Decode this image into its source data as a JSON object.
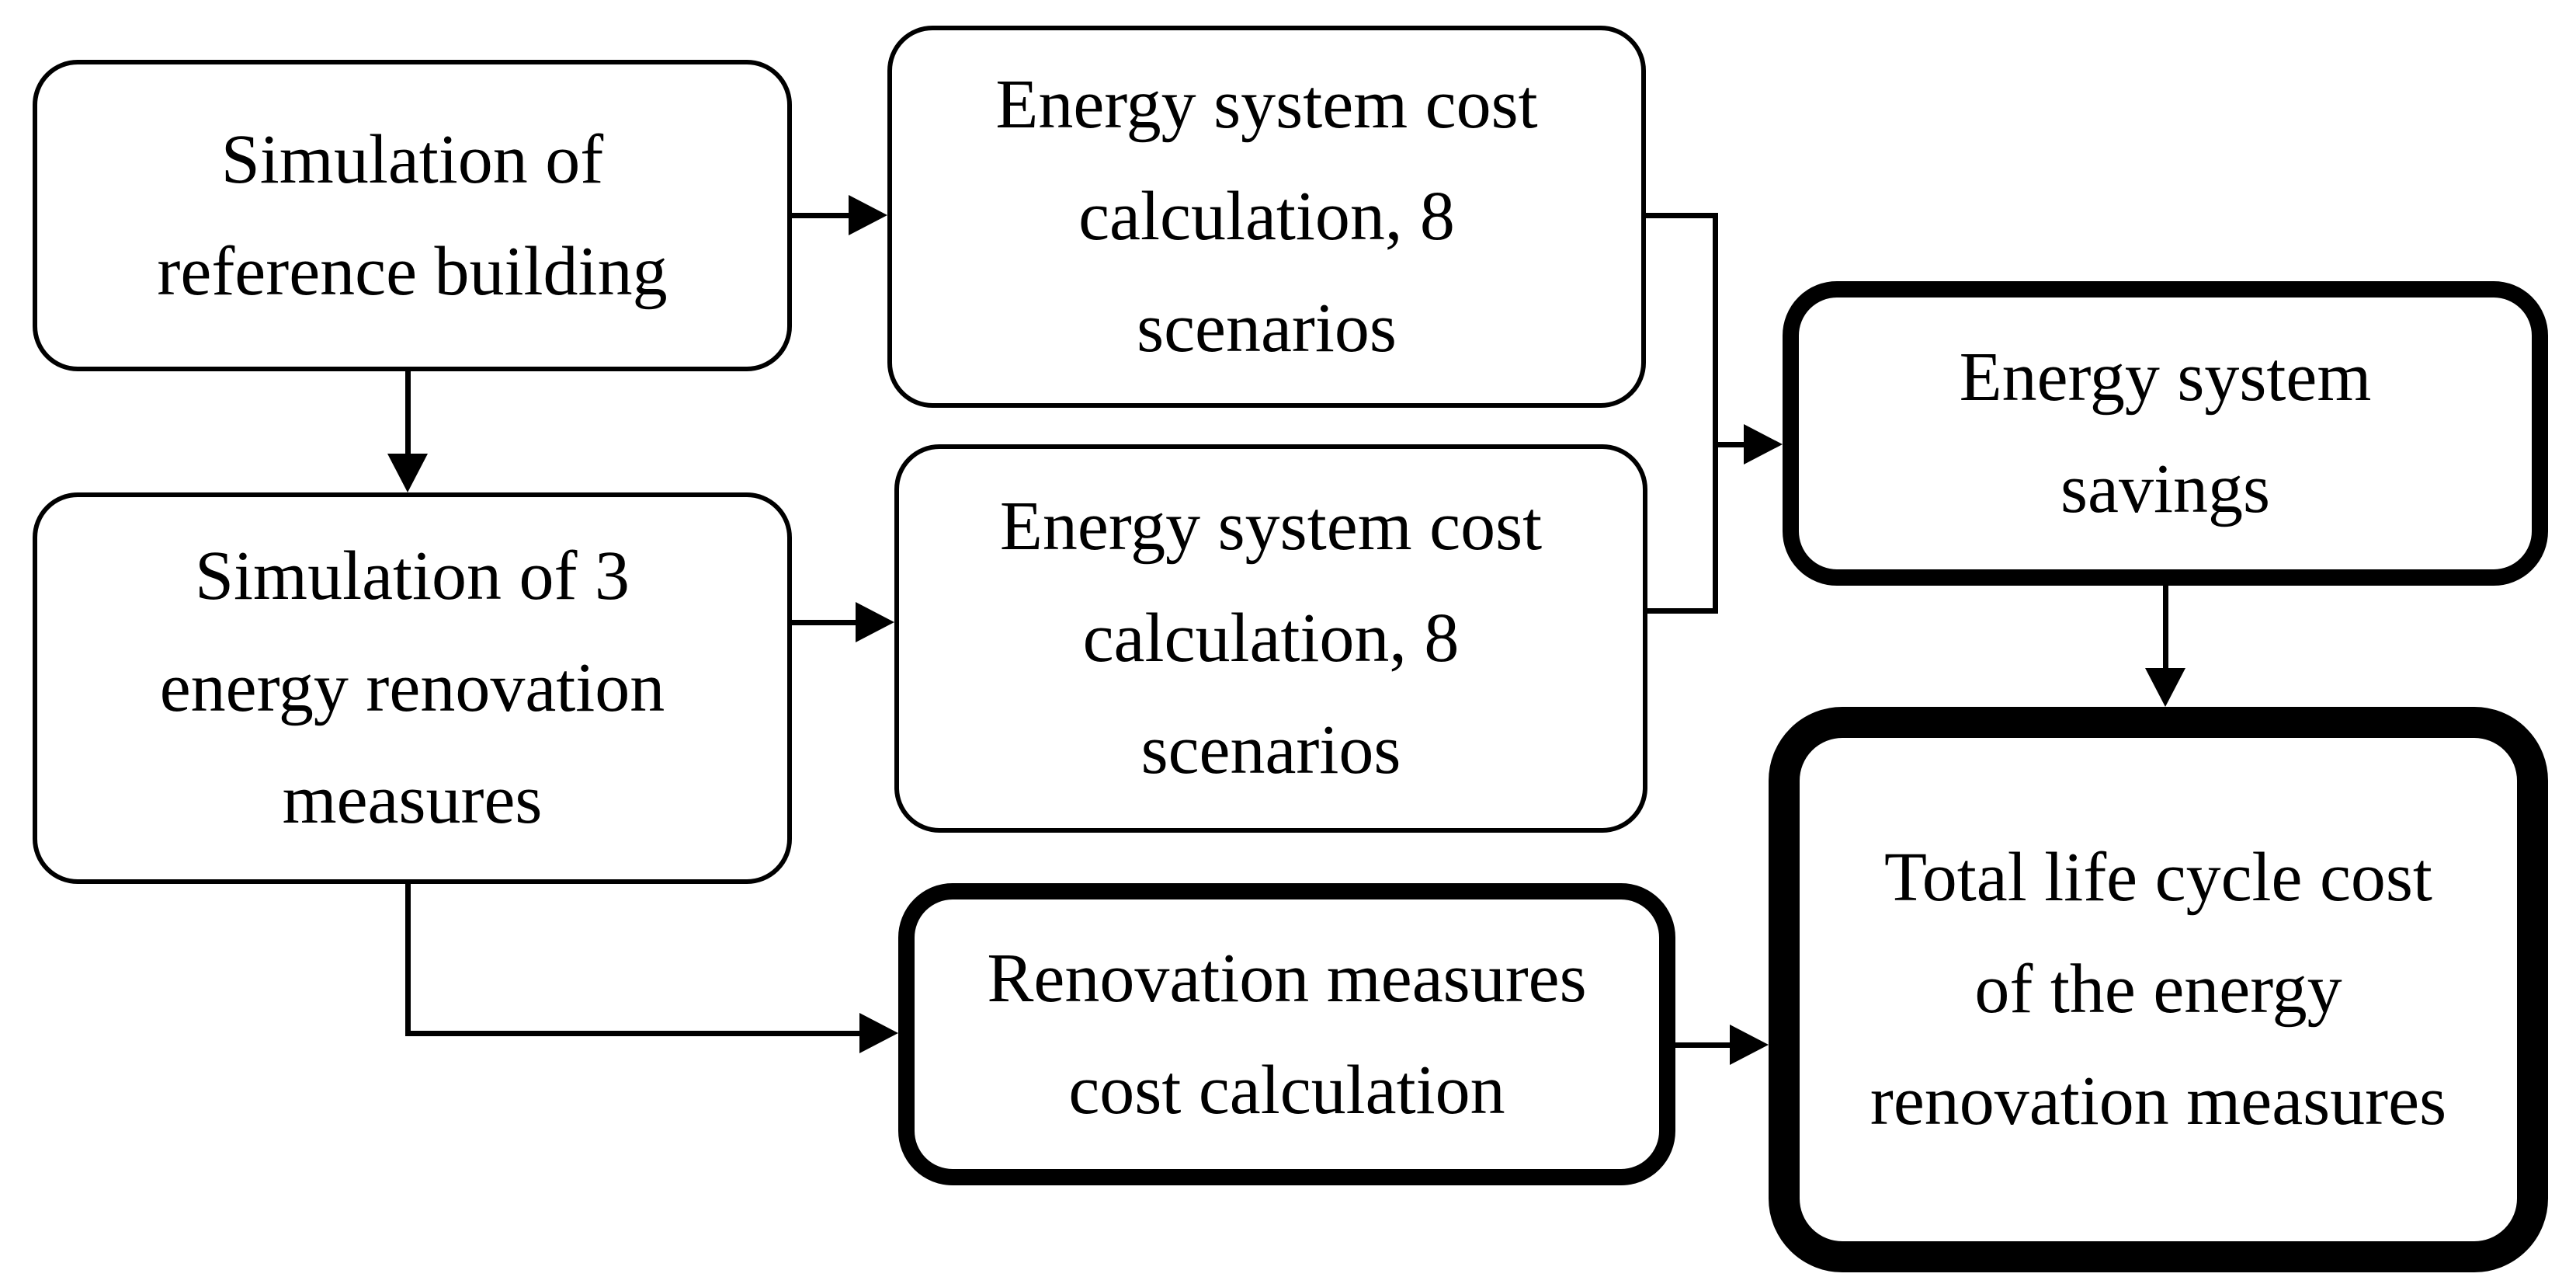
{
  "diagram": {
    "type": "flowchart",
    "background_color": "#ffffff",
    "ink_color": "#000000",
    "nodes": [
      {
        "id": "simulation-reference",
        "emphasis": "normal",
        "lines": [
          "Simulation of",
          "reference building"
        ]
      },
      {
        "id": "energy-cost-top",
        "emphasis": "normal",
        "lines": [
          "Energy system cost",
          "calculation, 8",
          "scenarios"
        ]
      },
      {
        "id": "simulation-renovation",
        "emphasis": "normal",
        "lines": [
          "Simulation of 3",
          "energy renovation",
          "measures"
        ]
      },
      {
        "id": "energy-cost-bottom",
        "emphasis": "normal",
        "lines": [
          "Energy system cost",
          "calculation, 8",
          "scenarios"
        ]
      },
      {
        "id": "energy-savings",
        "emphasis": "bold",
        "lines": [
          "Energy system",
          "savings"
        ]
      },
      {
        "id": "renovation-cost",
        "emphasis": "bold",
        "lines": [
          "Renovation measures",
          "cost calculation"
        ]
      },
      {
        "id": "total-lcc",
        "emphasis": "extra-bold",
        "lines": [
          "Total life cycle cost",
          "of the energy",
          "renovation measures"
        ]
      }
    ],
    "edges": [
      {
        "from": "simulation-reference",
        "to": "energy-cost-top"
      },
      {
        "from": "simulation-reference",
        "to": "simulation-renovation"
      },
      {
        "from": "simulation-renovation",
        "to": "energy-cost-bottom"
      },
      {
        "from": "simulation-renovation",
        "to": "renovation-cost"
      },
      {
        "from": "energy-cost-top",
        "to": "energy-savings"
      },
      {
        "from": "energy-cost-bottom",
        "to": "energy-savings"
      },
      {
        "from": "energy-savings",
        "to": "total-lcc"
      },
      {
        "from": "renovation-cost",
        "to": "total-lcc"
      }
    ]
  }
}
